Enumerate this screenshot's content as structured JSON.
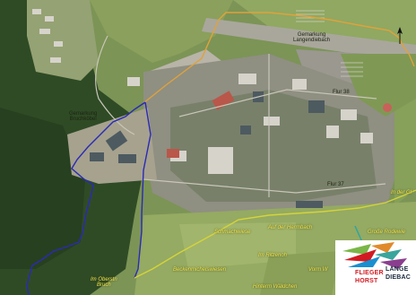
{
  "map": {
    "labels": {
      "gemarkung_langendiebach_1": "Gemarkung",
      "gemarkung_langendiebach_2": "Langendiebach",
      "gemarkung_bruchkoebel_1": "Gemarkung",
      "gemarkung_bruchkoebel_2": "Bruchköbel",
      "flur_38": "Flur 38",
      "flur_37": "Flur 37",
      "in_der_gl": "In der Gl",
      "grosse_rodewiese": "Große Rodewie",
      "schmachwiese": "Schmachwiese",
      "auf_der_herrnbach": "Auf der Herrnbach",
      "im_ritzenoh": "Im Ritzenoh",
      "beckenmichelswiesen": "Beckenmichelswiesen",
      "vorm_w": "Vorm W",
      "im_oberstn_bruch_1": "Im Oberstn",
      "im_oberstn_bruch_2": "Bruch",
      "hinter_waeldchen": "Hinterm Wäldchen"
    },
    "boundaries": {
      "langendiebach": {
        "color": "#e0a23a"
      },
      "bruchkoebel": {
        "color": "#2a2ab8"
      },
      "south_edge": {
        "color": "#d4d43a"
      }
    },
    "north_arrow_icon": "north-arrow-icon"
  },
  "logo": {
    "line1": "FLIEGER",
    "line2": "HORST",
    "line3": "LANGE",
    "line4": "DIEBAC"
  }
}
